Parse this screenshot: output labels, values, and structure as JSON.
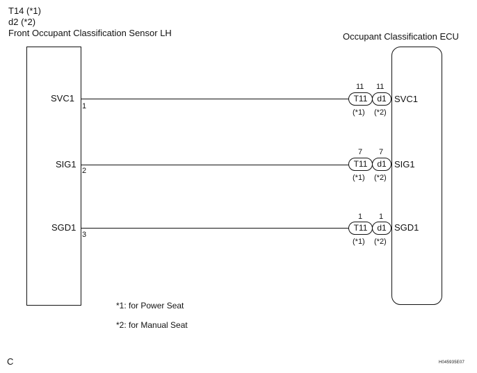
{
  "left_component": {
    "connector_line1": "T14 (*1)",
    "connector_line2": "d2 (*2)",
    "name": "Front Occupant Classification Sensor LH"
  },
  "right_component": {
    "name": "Occupant Classification ECU"
  },
  "wires": [
    {
      "left_signal": "SVC1",
      "left_pin": "1",
      "conn_a": "T11",
      "conn_b": "d1",
      "pin_a": "11",
      "pin_b": "11",
      "note_a": "(*1)",
      "note_b": "(*2)",
      "right_signal": "SVC1"
    },
    {
      "left_signal": "SIG1",
      "left_pin": "2",
      "conn_a": "T11",
      "conn_b": "d1",
      "pin_a": "7",
      "pin_b": "7",
      "note_a": "(*1)",
      "note_b": "(*2)",
      "right_signal": "SIG1"
    },
    {
      "left_signal": "SGD1",
      "left_pin": "3",
      "conn_a": "T11",
      "conn_b": "d1",
      "pin_a": "1",
      "pin_b": "1",
      "note_a": "(*1)",
      "note_b": "(*2)",
      "right_signal": "SGD1"
    }
  ],
  "notes": [
    "*1: for Power Seat",
    "*2: for Manual Seat"
  ],
  "corner_label": "C",
  "figure_code": "H045935E07"
}
